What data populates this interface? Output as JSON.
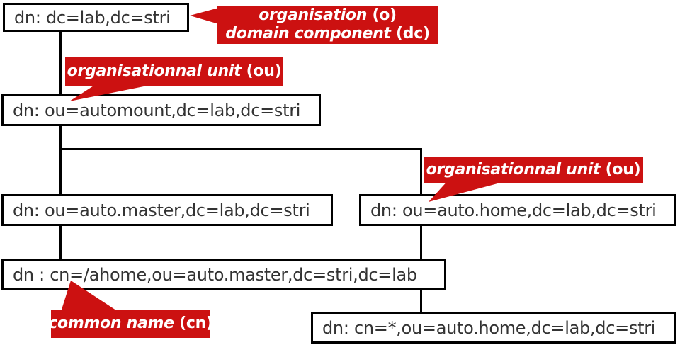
{
  "nodes": [
    {
      "id": "root",
      "dn": "dn: dc=lab,dc=stri"
    },
    {
      "id": "automount",
      "dn": "dn: ou=automount,dc=lab,dc=stri"
    },
    {
      "id": "auto-master",
      "dn": "dn: ou=auto.master,dc=lab,dc=stri"
    },
    {
      "id": "auto-home",
      "dn": "dn: ou=auto.home,dc=lab,dc=stri"
    },
    {
      "id": "ahome",
      "dn": "dn : cn=/ahome,ou=auto.master,dc=stri,dc=lab"
    },
    {
      "id": "star",
      "dn": "dn: cn=*,ou=auto.home,dc=lab,dc=stri"
    }
  ],
  "callouts": [
    {
      "id": "org-dc",
      "lines": [
        {
          "em": "organisation",
          "plain": " (o)"
        },
        {
          "em": "domain component",
          "plain": " (dc)"
        }
      ]
    },
    {
      "id": "ou-1",
      "lines": [
        {
          "em": "organisationnal unit",
          "plain": " (ou)"
        }
      ]
    },
    {
      "id": "ou-2",
      "lines": [
        {
          "em": "organisationnal unit",
          "plain": " (ou)"
        }
      ]
    },
    {
      "id": "cn",
      "lines": [
        {
          "em": "common name",
          "plain": " (cn)"
        }
      ]
    }
  ],
  "colors": {
    "callout_bg": "#cc1111",
    "callout_text": "#ffffff",
    "node_border": "#000000",
    "node_bg": "#ffffff",
    "node_text": "#333333",
    "connector": "#000000",
    "page_bg": "#ffffff"
  }
}
